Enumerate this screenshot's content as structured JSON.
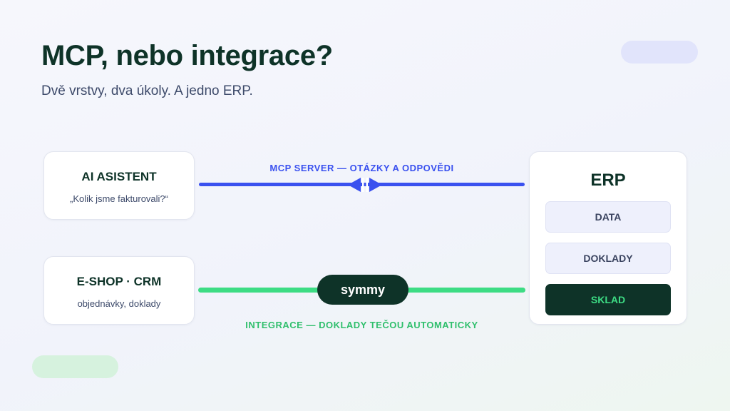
{
  "header": {
    "title": "MCP, nebo integrace?",
    "subtitle": "Dvě vrstvy, dva úkoly. A jedno ERP."
  },
  "nodes": {
    "ai": {
      "title": "AI ASISTENT",
      "subtitle": "„Kolik jsme fakturovali?“"
    },
    "shop": {
      "title": "E-SHOP · CRM",
      "subtitle": "objednávky, doklady"
    },
    "erp": {
      "title": "ERP",
      "items": [
        "DATA",
        "DOKLADY",
        "SKLAD"
      ]
    }
  },
  "connections": {
    "mcp": {
      "label": "MCP SERVER — OTÁZKY A ODPOVĚDI",
      "color": "#3a51ef",
      "icon": "bidirectional-arrow-icon"
    },
    "integration": {
      "label": "INTEGRACE — DOKLADY TEČOU AUTOMATICKY",
      "color": "#3ddc84",
      "hub_label": "symmy"
    }
  },
  "colors": {
    "dark": "#0e3328",
    "accent_green": "#3ddc84",
    "accent_blue": "#3a51ef"
  }
}
